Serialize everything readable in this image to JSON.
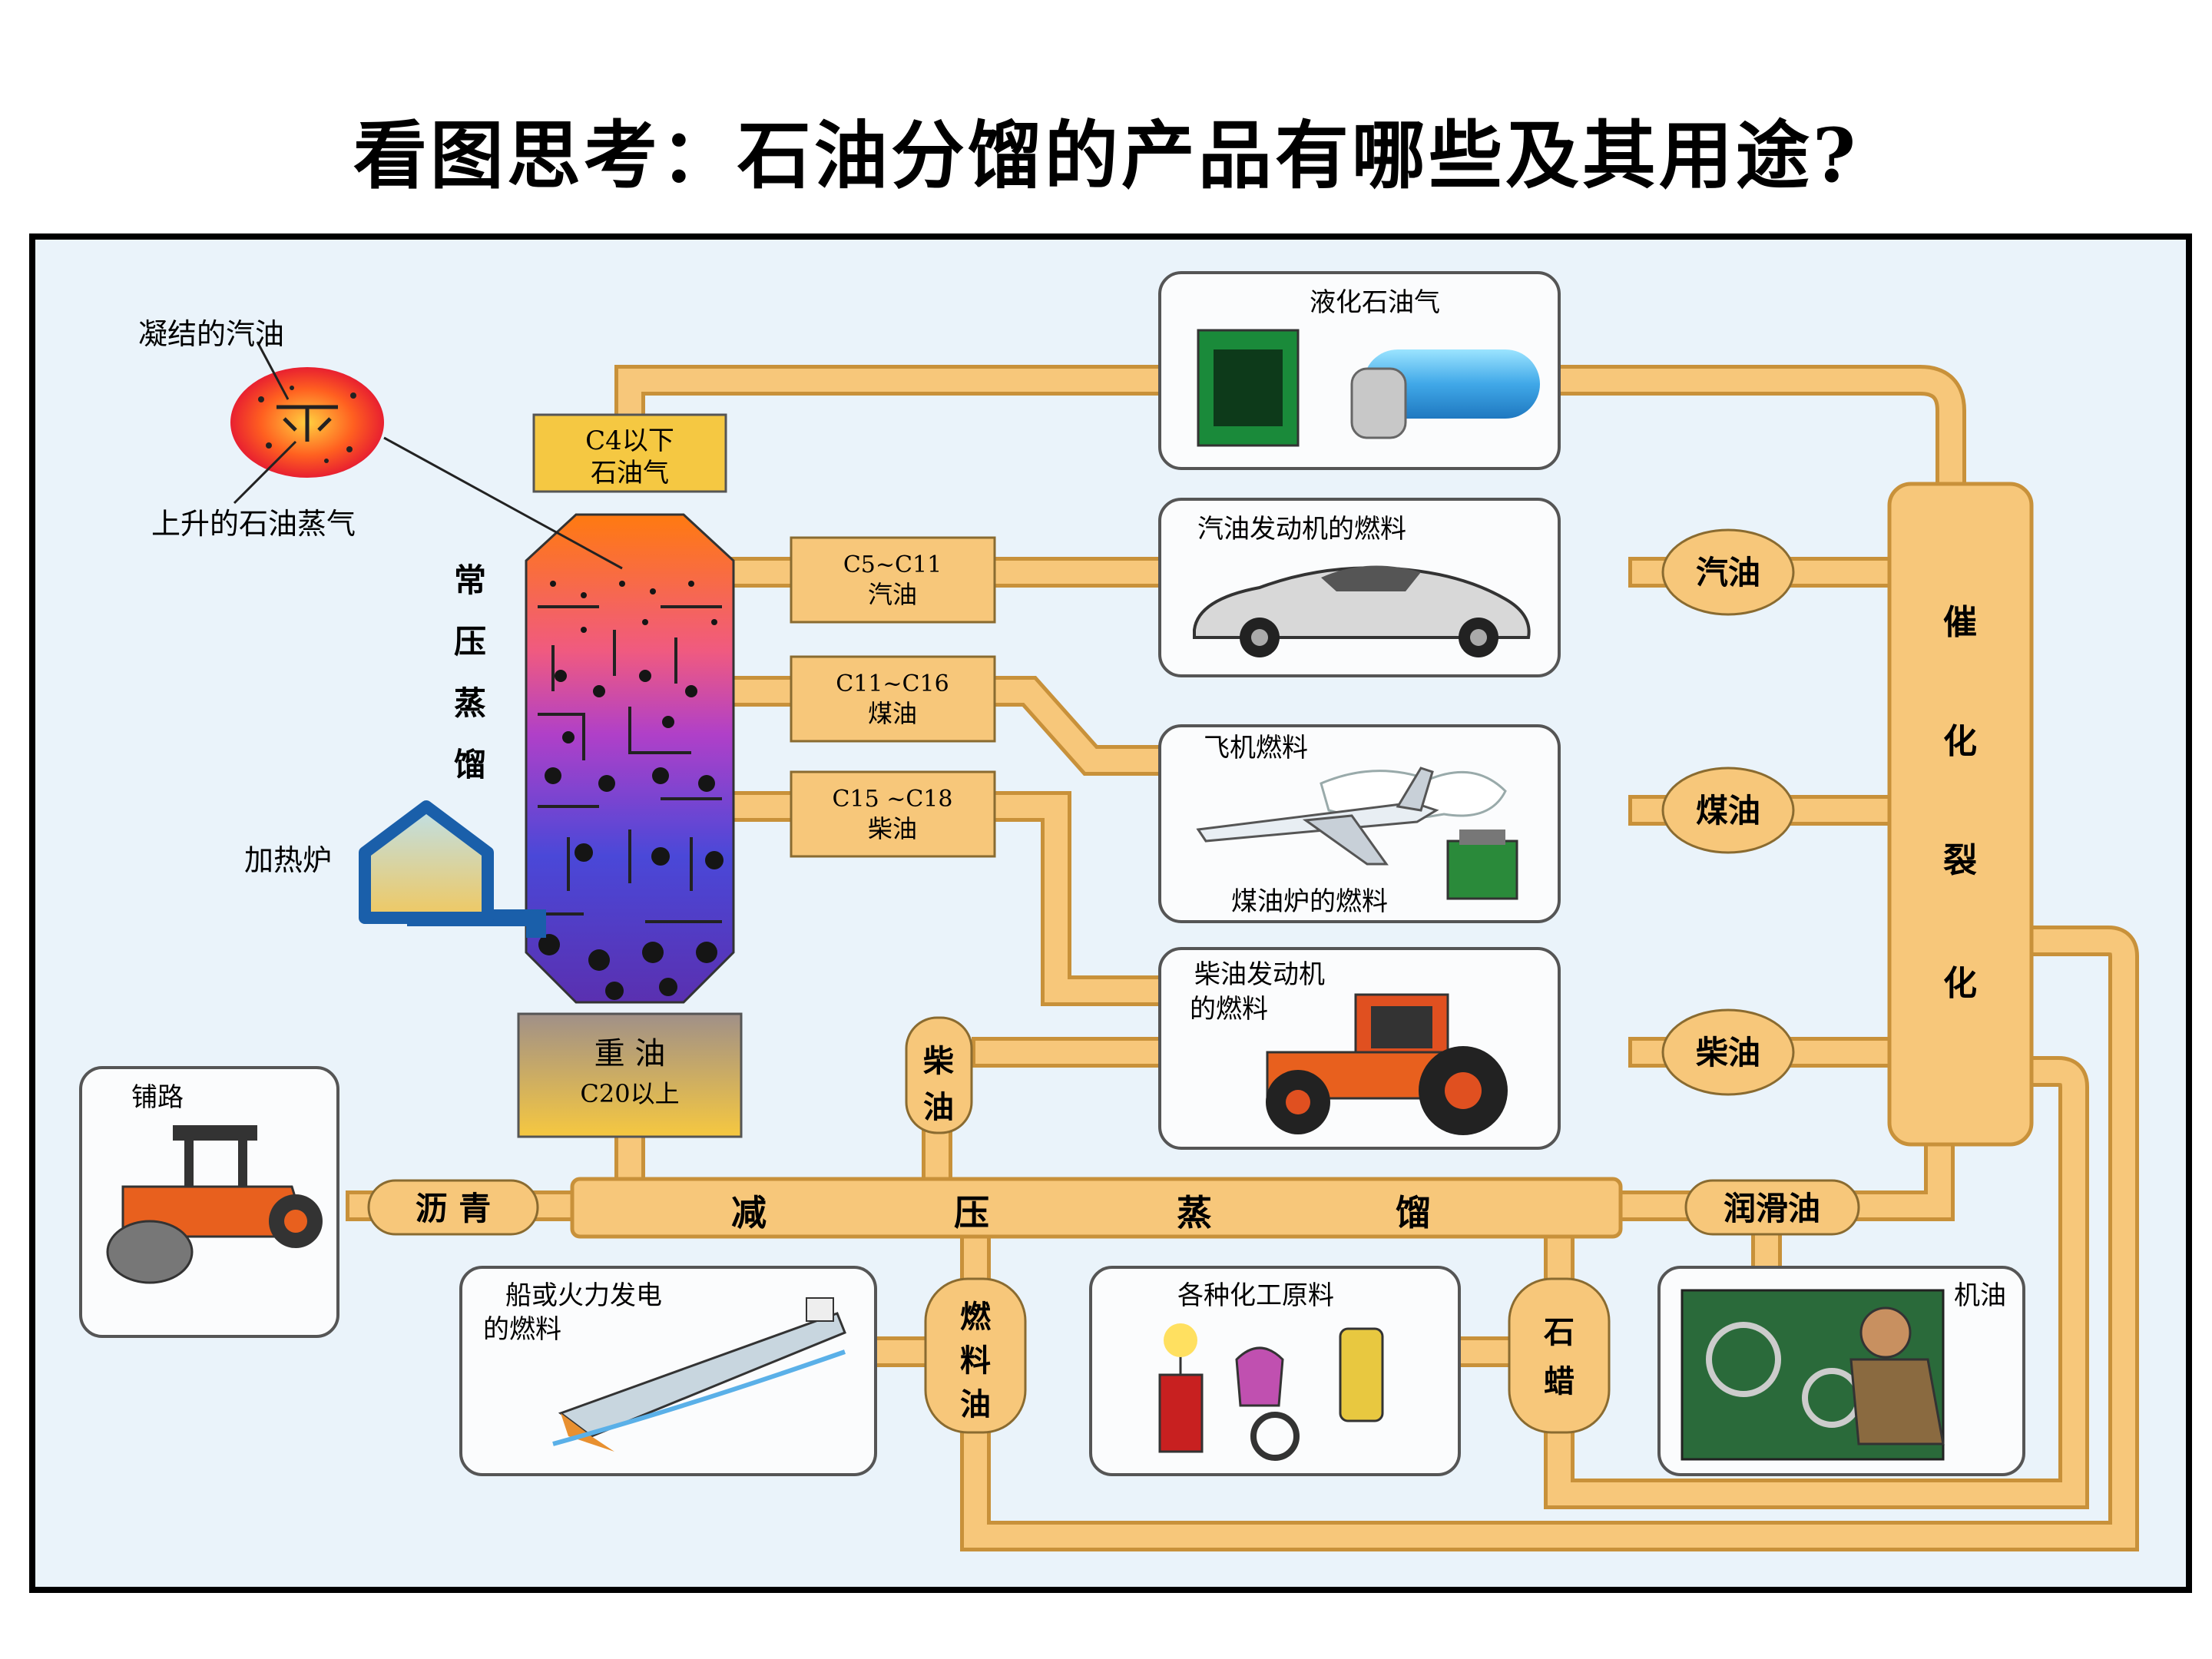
{
  "title": "看图思考：石油分馏的产品有哪些及其用途?",
  "labels": {
    "condensed_gasoline": "凝结的汽油",
    "rising_vapor": "上升的石油蒸气",
    "atm_col": [
      "常",
      "压",
      "蒸",
      "馏"
    ],
    "furnace": "加热炉",
    "heavy_oil": "重 油",
    "heavy_oil_range": "C20以上",
    "c4": [
      "C4以下",
      "石油气"
    ],
    "c5": [
      "C5~C11",
      "汽油"
    ],
    "c11": [
      "C11~C16",
      "煤油"
    ],
    "c15": [
      "C15 ~C18",
      "柴油"
    ],
    "vac_dist": [
      "减",
      "压",
      "蒸",
      "馏"
    ],
    "cracking": [
      "催",
      "化",
      "裂",
      "化"
    ],
    "gasoline": "汽油",
    "kerosene": "煤油",
    "diesel": "柴油",
    "diesel_vertical": [
      "柴",
      "油"
    ],
    "asphalt": "沥 青",
    "lube": "润滑油",
    "fuel_oil": [
      "燃",
      "料",
      "油"
    ],
    "paraffin": [
      "石",
      "蜡"
    ]
  },
  "boxes": {
    "lpg": "液化石油气",
    "gasoline_engine": "汽油发动机的燃料",
    "jet_fuel": "飞机燃料",
    "kerosene_stove": "煤油炉的燃料",
    "diesel_engine": [
      "柴油发动机",
      "的燃料"
    ],
    "paving": "铺路",
    "ship": [
      "船或火力发电",
      "的燃料"
    ],
    "chemicals": "各种化工原料",
    "machine_oil": "机油"
  },
  "colors": {
    "pipe": "#f7c77a",
    "pipe_border": "#c8913a",
    "background": "#eaf3fa",
    "frame": "#000000"
  }
}
